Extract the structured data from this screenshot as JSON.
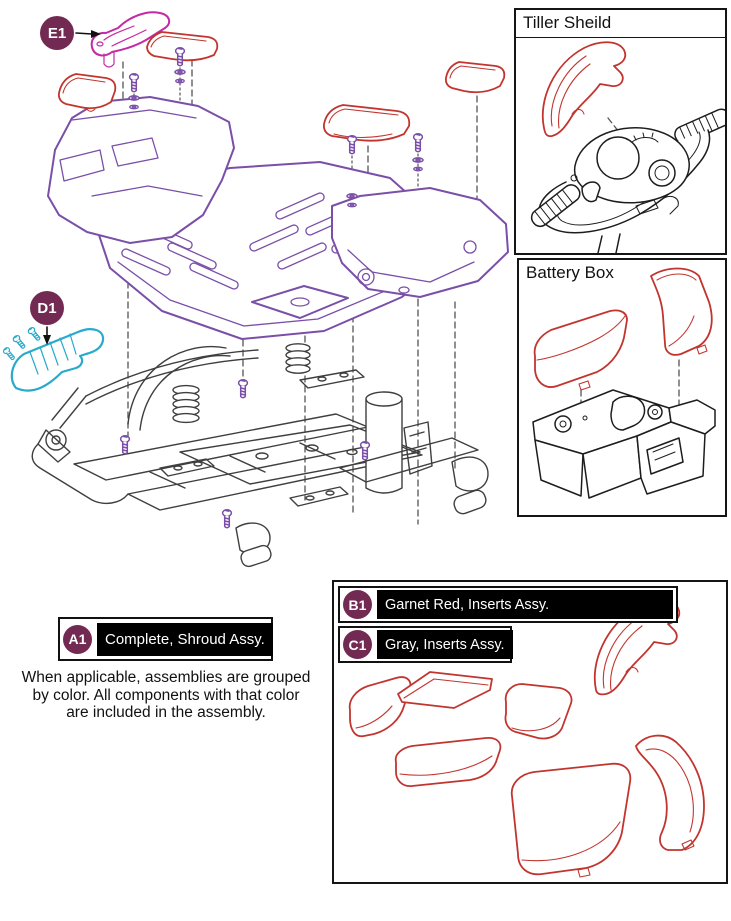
{
  "diagram": {
    "callouts": {
      "e1": {
        "label": "E1",
        "points_to": "tiller-mount-bracket"
      },
      "d1": {
        "label": "D1",
        "points_to": "front-bumper-assembly"
      }
    }
  },
  "insets": {
    "tiller_shield": {
      "title": "Tiller Sheild"
    },
    "battery_box": {
      "title": "Battery Box"
    }
  },
  "legend": {
    "a1": {
      "badge": "A1",
      "label": "Complete, Shroud Assy."
    },
    "note_lines": [
      "When applicable, assemblies are grouped",
      "by color. All components with that color",
      "are included in the assembly."
    ]
  },
  "inserts_panel": {
    "b1": {
      "badge": "B1",
      "label": "Garnet Red, Inserts Assy."
    },
    "c1": {
      "badge": "C1",
      "label": "Gray, Inserts Assy."
    }
  },
  "colors": {
    "callout_badge": "#732a52",
    "shroud_purple": "#7a4fa8",
    "insert_red": "#c2352f",
    "tiller_magenta": "#c32aa3",
    "bumper_cyan": "#29a9cb",
    "frame_gray": "#3f3f3f",
    "label_box_bg": "#000000",
    "label_box_text": "#ffffff"
  }
}
